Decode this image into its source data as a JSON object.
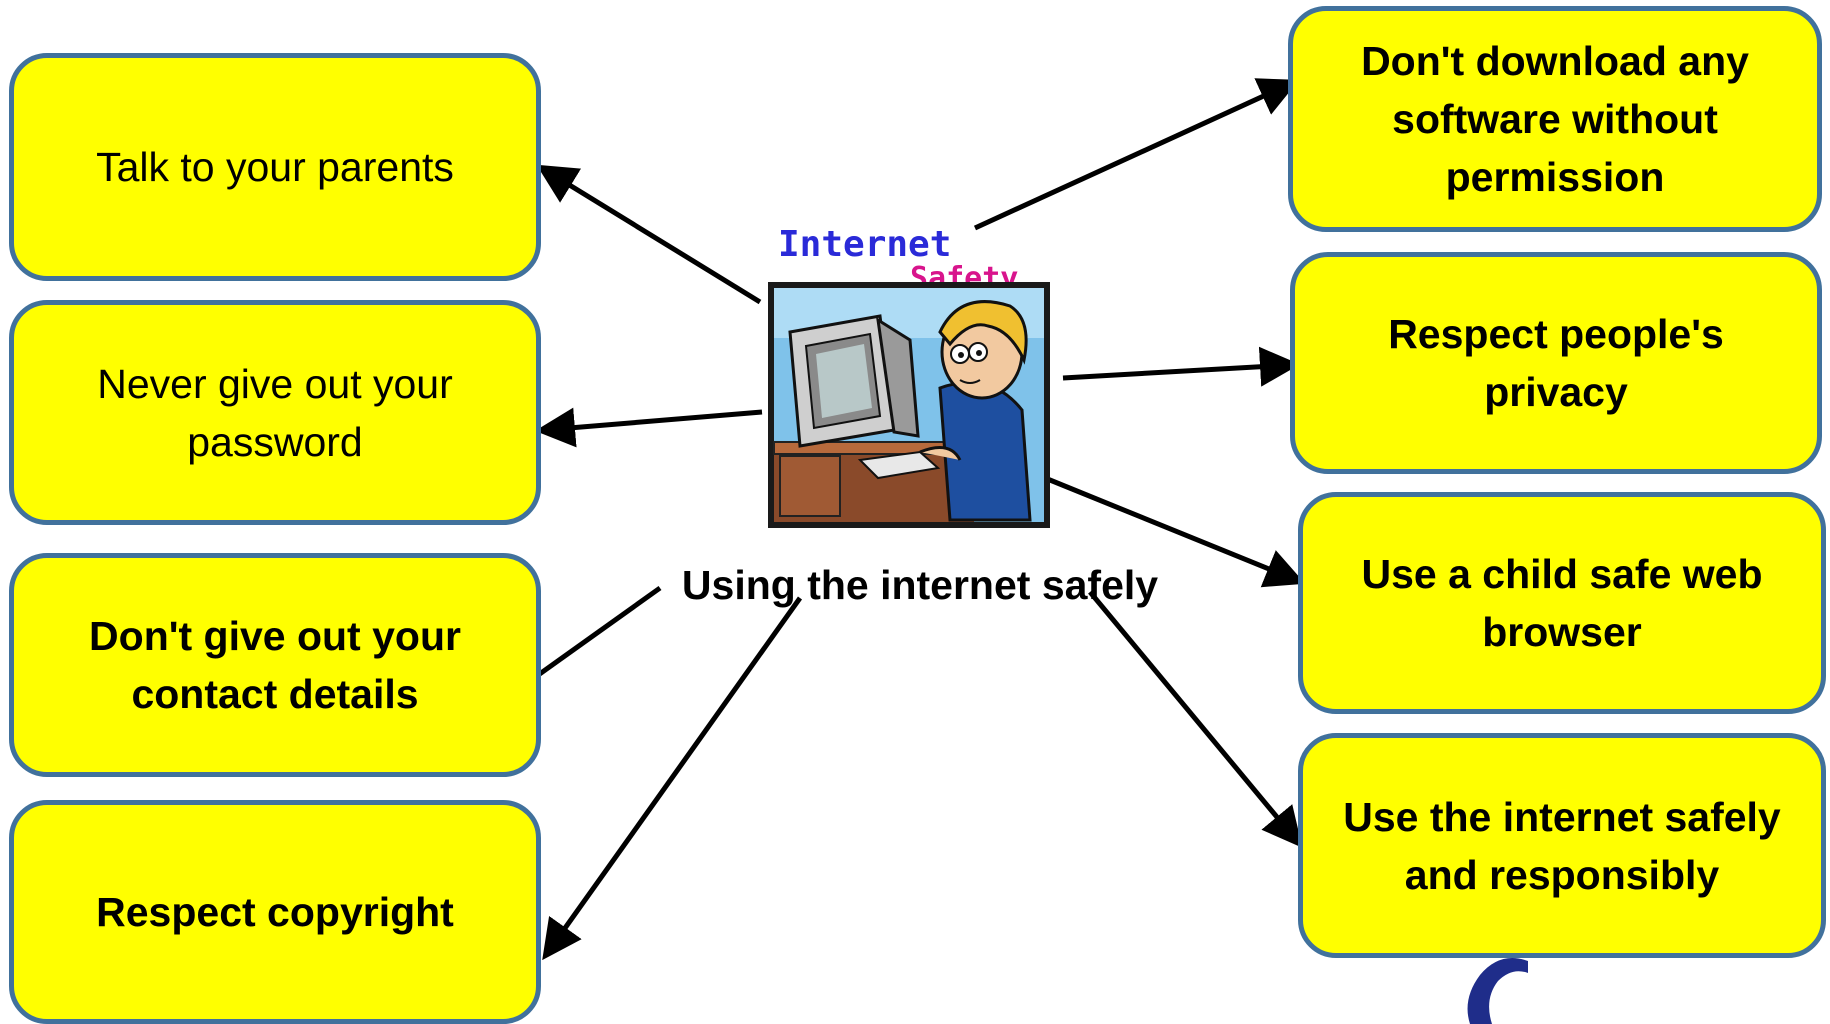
{
  "center": {
    "label": "Using the internet safely",
    "clipart": {
      "word1": "Internet",
      "word2": "Safety"
    }
  },
  "left_boxes": [
    {
      "text": "Talk to your parents"
    },
    {
      "text": "Never give out your password"
    },
    {
      "text": "Don't give out your contact details"
    },
    {
      "text": "Respect copyright"
    }
  ],
  "right_boxes": [
    {
      "text": "Don't download any software without permission"
    },
    {
      "text": "Respect people's privacy"
    },
    {
      "text": "Use a child safe web browser"
    },
    {
      "text": "Use the internet safely and responsibly"
    }
  ],
  "colors": {
    "box_fill": "#ffff00",
    "box_border": "#41719c",
    "arrow": "#000000",
    "logo": "#1f2d8a"
  }
}
